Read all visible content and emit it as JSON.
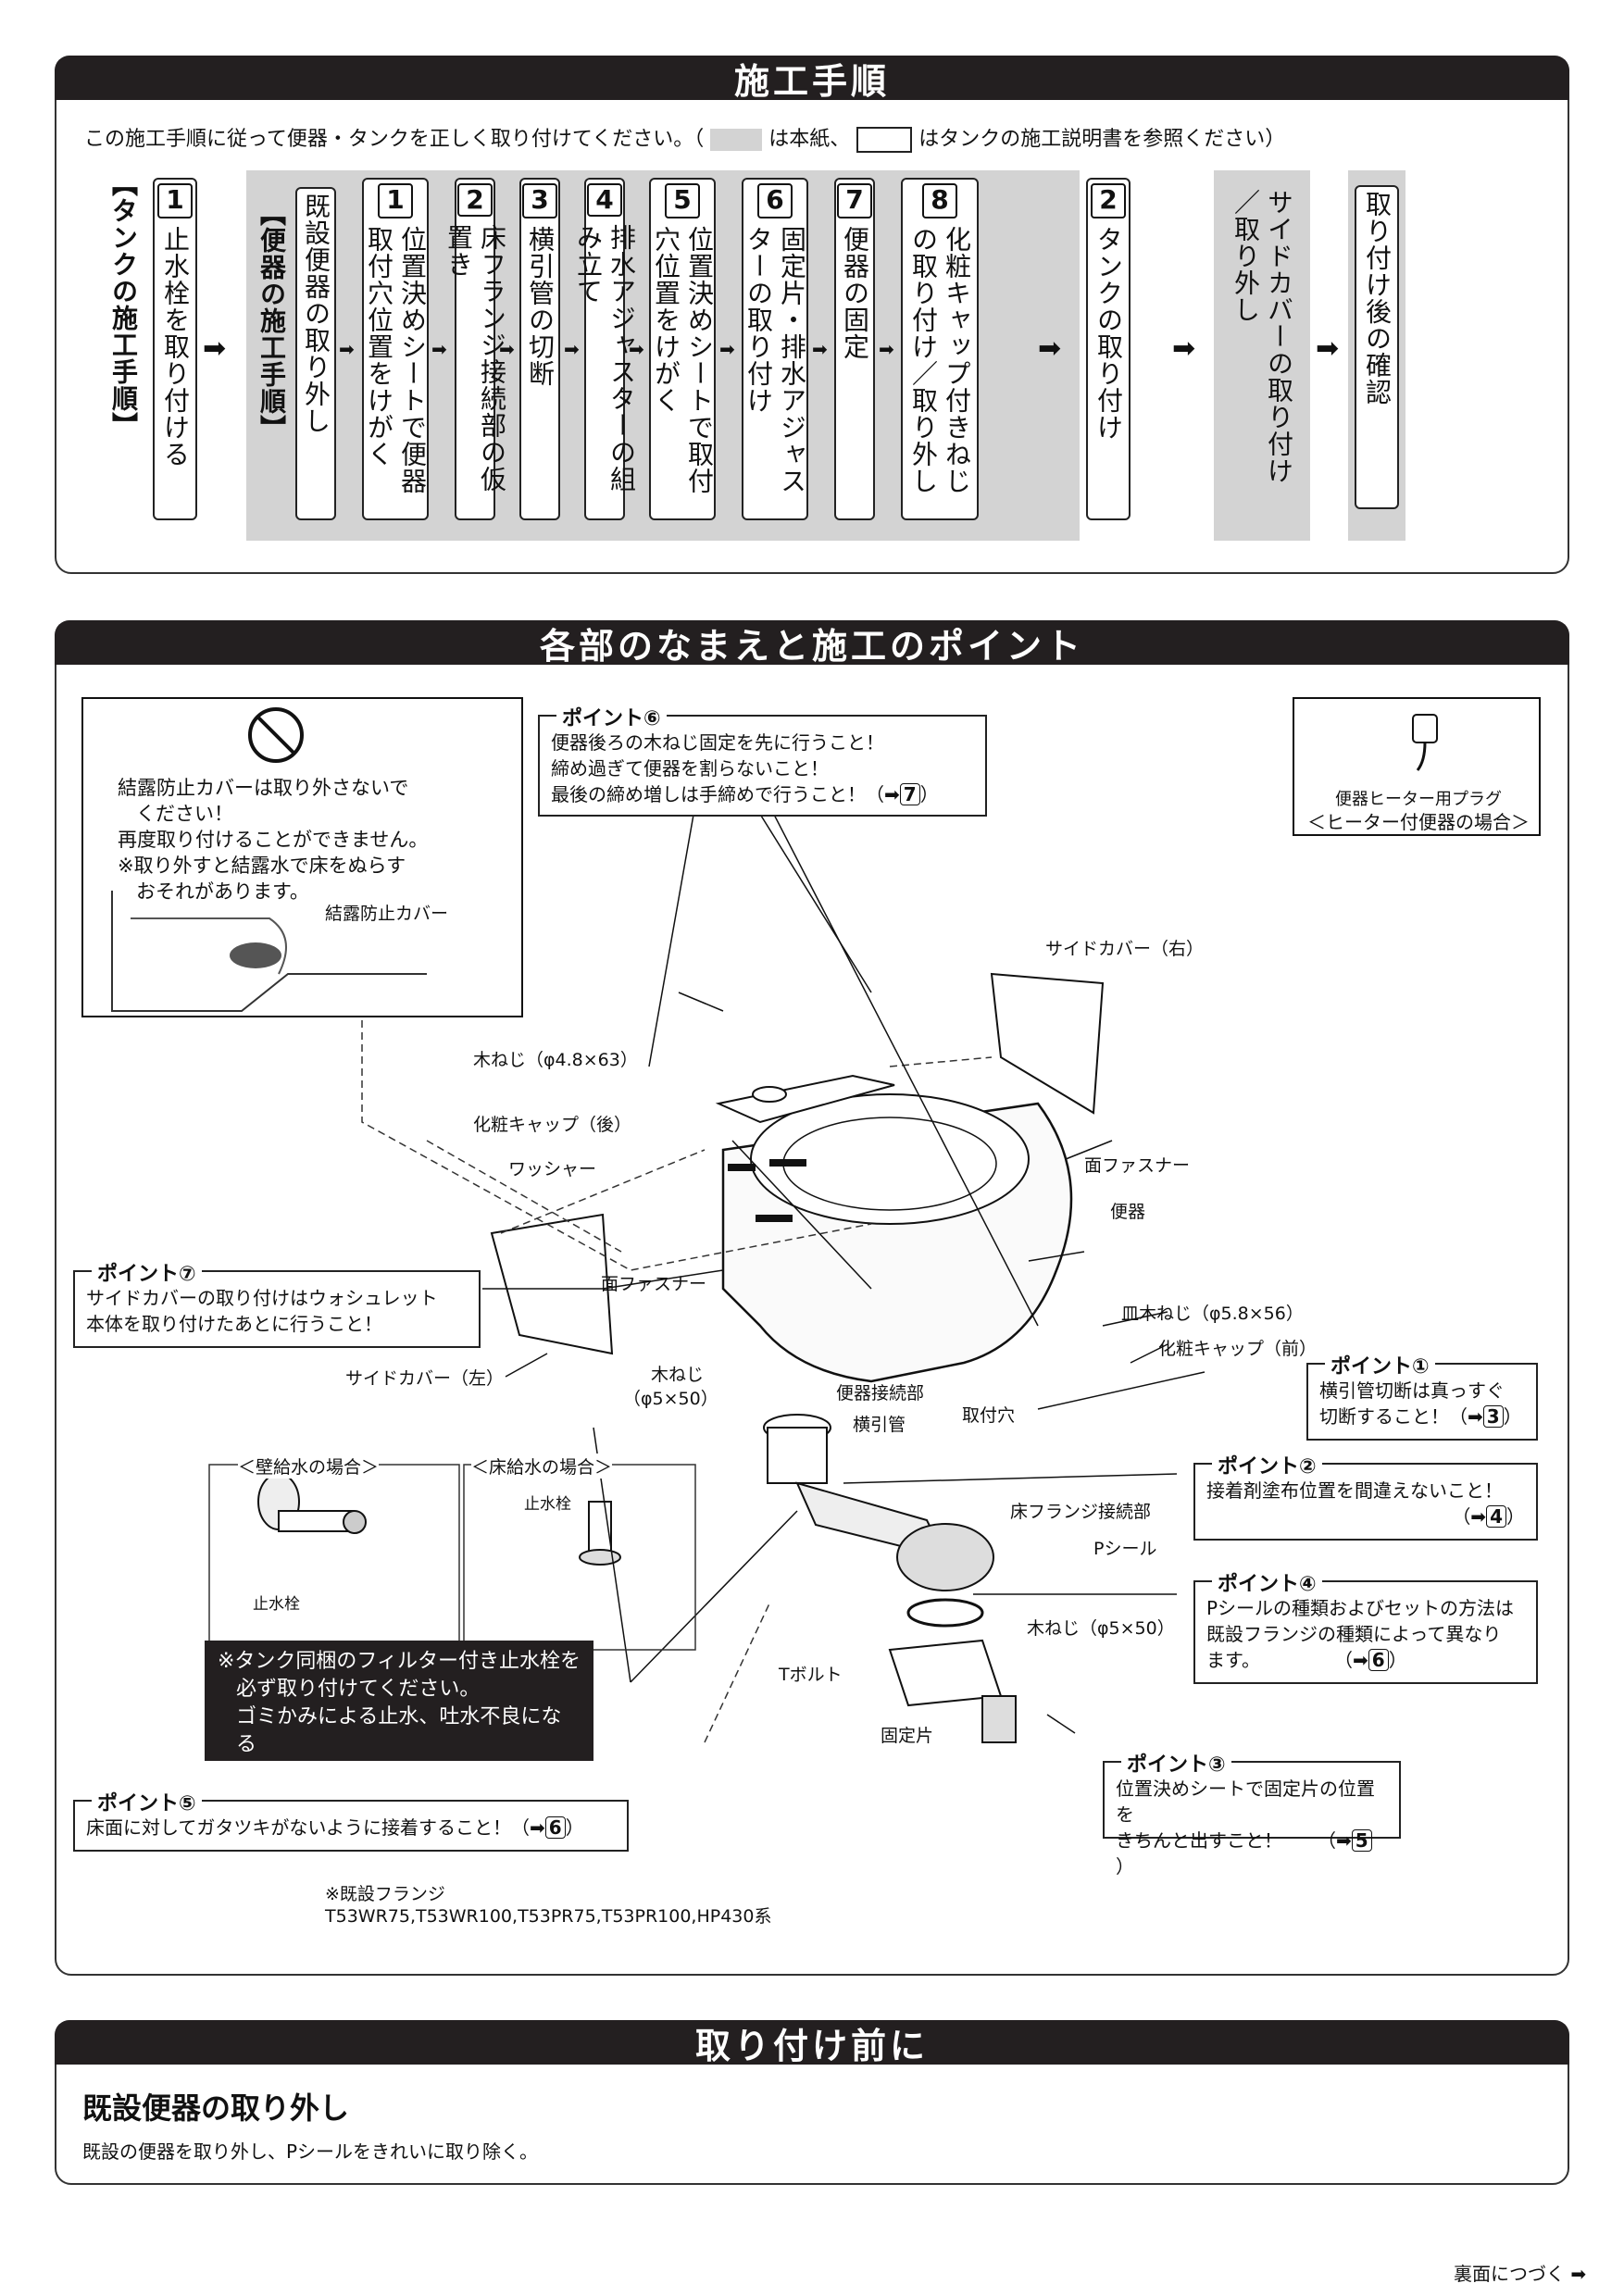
{
  "procedure": {
    "title": "施工手順",
    "intro_before": "この施工手順に従って便器・タンクを正しく取り付けてください。（",
    "intro_middle": "は本紙、",
    "intro_after": "はタンクの施工説明書を参照ください）",
    "tank_group_label": "【タンクの施工手順】",
    "tank_step1": {
      "num": "1",
      "text": "止水栓を取り付ける"
    },
    "toilet_group_label": "【便器の施工手順】",
    "remove_existing": "既設便器の取り外し",
    "steps": [
      {
        "num": "1",
        "text": "位置決めシートで便器取付穴位置をけがく"
      },
      {
        "num": "2",
        "text": "床フランジ接続部の仮置き"
      },
      {
        "num": "3",
        "text": "横引管の切断"
      },
      {
        "num": "4",
        "text": "排水アジャスターの組み立て"
      },
      {
        "num": "5",
        "text": "位置決めシートで取付穴位置をけがく"
      },
      {
        "num": "6",
        "text": "固定片・排水アジャスターの取り付け"
      },
      {
        "num": "7",
        "text": "便器の固定"
      },
      {
        "num": "8",
        "text": "化粧キャップ付きねじの取り付け／取り外し"
      }
    ],
    "tank_step2": {
      "num": "2",
      "text": "タンクの取り付け"
    },
    "side_cover_step": "サイドカバーの取り付け／取り外し",
    "final_step": "取り付け後の確認",
    "arrow": "➡"
  },
  "parts": {
    "title": "各部のなまえと施工のポイント",
    "caution_box": {
      "line1": "結露防止カバーは取り外さないで",
      "line2": "ください！",
      "line3": "再度取り付けることができません。",
      "line4": "※取り外すと結露水で床をぬらす",
      "line5": "おそれがあります。",
      "part_label": "結露防止カバー"
    },
    "heater_box": {
      "line1": "便器ヒーター用プラグ",
      "line2": "＜ヒーター付便器の場合＞"
    },
    "point6": {
      "title": "ポイント⑥",
      "line1": "便器後ろの木ねじ固定を先に行うこと！",
      "line2": "締め過ぎて便器を割らないこと！",
      "line3": "最後の締め増しは手締めで行うこと！（➡",
      "ref": "7",
      "close": "）"
    },
    "point7": {
      "title": "ポイント⑦",
      "line1": "サイドカバーの取り付けはウォシュレット",
      "line2": "本体を取り付けたあとに行うこと！"
    },
    "point1": {
      "title": "ポイント①",
      "line1": "横引管切断は真っすぐ",
      "line2": "切断すること！（➡",
      "ref": "3",
      "close": "）"
    },
    "point2": {
      "title": "ポイント②",
      "line1": "接着剤塗布位置を間違えないこと！",
      "line2": "（➡",
      "ref": "4",
      "close": "）"
    },
    "point4": {
      "title": "ポイント④",
      "line1": "Pシールの種類およびセットの方法は",
      "line2": "既設フランジの種類によって異なり",
      "line3": "ます。",
      "line3b": "（➡",
      "ref": "6",
      "close": "）"
    },
    "point3": {
      "title": "ポイント③",
      "line1": "位置決めシートで固定片の位置を",
      "line2": "きちんと出すこと！",
      "line2b": "（➡",
      "ref": "5",
      "close": "）"
    },
    "point5": {
      "title": "ポイント⑤",
      "line1": "床面に対してガタツキがないように接着すること！（➡",
      "ref": "6",
      "close": "）"
    },
    "labels": {
      "side_cover_right": "サイドカバー（右）",
      "wood_screw_63": "木ねじ（φ4.8×63）",
      "cap_rear": "化粧キャップ（後）",
      "washer": "ワッシャー",
      "hook_tape_right": "面ファスナー",
      "toilet": "便器",
      "hook_tape_center": "面ファスナー",
      "flat_screw": "皿木ねじ（φ5.8×56）",
      "cap_front": "化粧キャップ（前）",
      "side_cover_left": "サイドカバー（左）",
      "wood_screw_50a_1": "木ねじ",
      "wood_screw_50a_2": "（φ5×50）",
      "toilet_joint": "便器接続部",
      "horizontal_pipe": "横引管",
      "mount_hole": "取付穴",
      "floor_flange_joint": "床フランジ接続部",
      "p_seal": "Pシール",
      "wood_screw_50b": "木ねじ（φ5×50）",
      "t_bolt": "Tボルト",
      "fixing_piece": "固定片",
      "wall_supply": "＜壁給水の場合＞",
      "floor_supply": "＜床給水の場合＞",
      "stop_valve_1": "止水栓",
      "stop_valve_2": "止水栓",
      "existing_flange_1": "※既設フランジ",
      "existing_flange_2": "T53WR75,T53WR100,T53PR75,T53PR100,HP430系"
    },
    "black_note": {
      "line1": "※タンク同梱のフィルター付き止水栓を",
      "line2": "必ず取り付けてください。",
      "line3": "ゴミかみによる止水、吐水不良になる",
      "line4": "おそれがあります。"
    }
  },
  "before": {
    "title": "取り付け前に",
    "subtitle": "既設便器の取り外し",
    "text": "既設の便器を取り外し、Pシールをきれいに取り除く。"
  },
  "footer": {
    "text": "裏面につづく",
    "arrow": "➡"
  }
}
